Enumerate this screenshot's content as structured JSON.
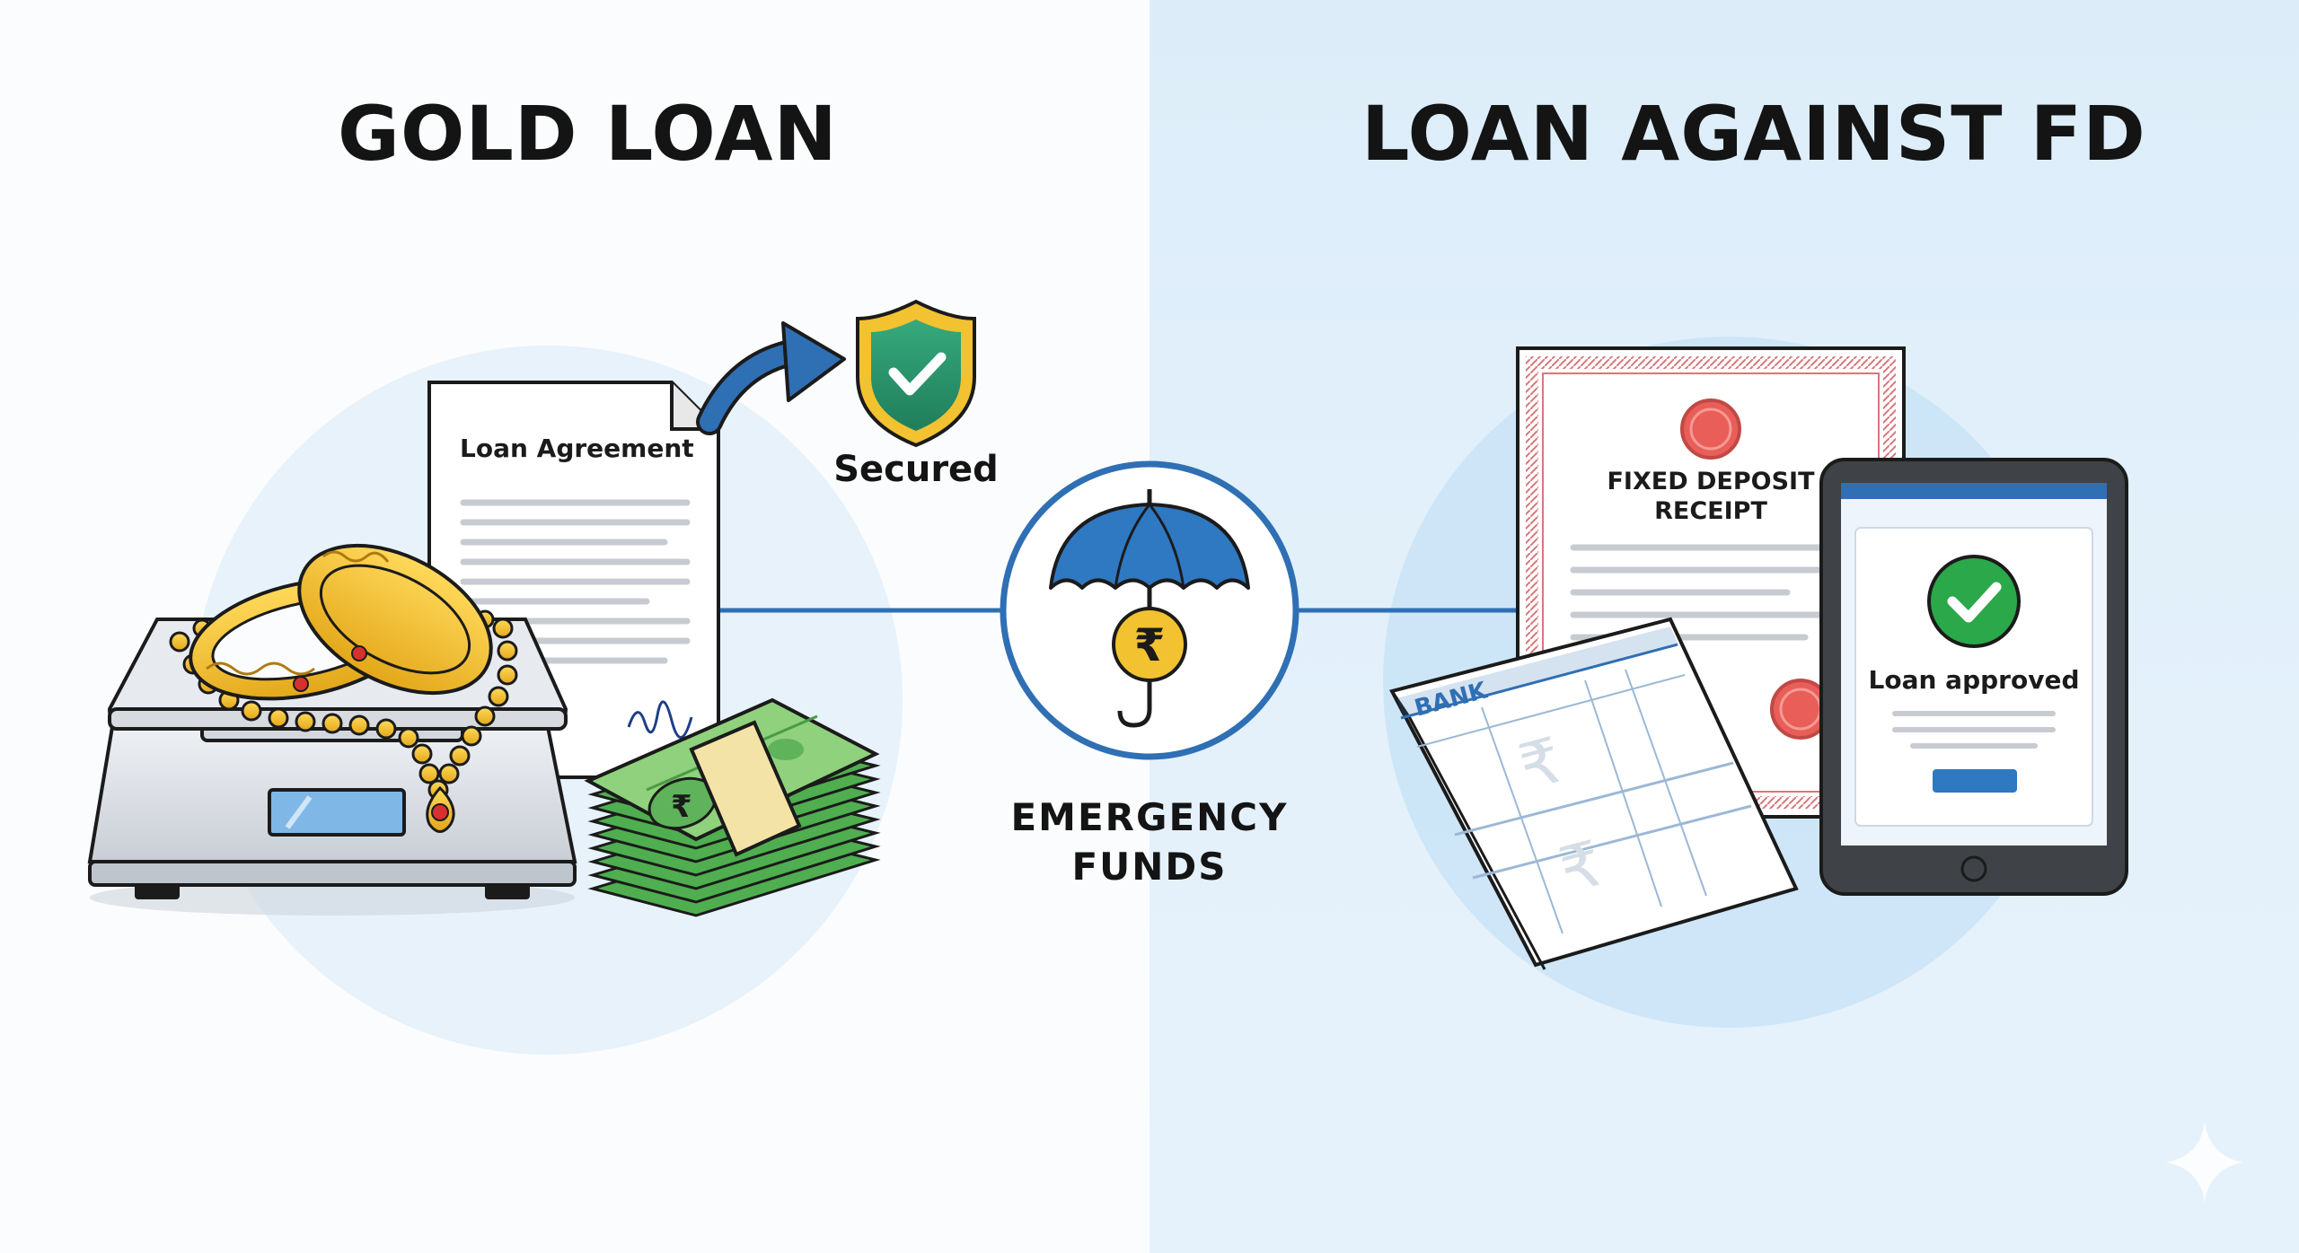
{
  "left_panel": {
    "title": "GOLD LOAN",
    "document_title": "Loan Agreement",
    "badge_label": "Secured",
    "currency_symbol": "₹"
  },
  "right_panel": {
    "title": "LOAN AGAINST FD",
    "receipt_title_line1": "FIXED DEPOSIT",
    "receipt_title_line2": "RECEIPT",
    "passbook_label": "BANK",
    "tablet_status": "Loan approved",
    "currency_symbol": "₹"
  },
  "center": {
    "label_line1": "EMERGENCY",
    "label_line2": "FUNDS",
    "currency_symbol": "₹"
  },
  "colors": {
    "left_background": "#fbfcfd",
    "right_background": "#dcedf9",
    "accent_blue": "#2f6fb4",
    "gold": "#f2c230",
    "money_green": "#5bb85b",
    "shield_green": "#2e9b6e",
    "approve_green": "#2aa84a",
    "seal_red": "#e0574f"
  },
  "icons": [
    "gold-bangles-icon",
    "gold-necklace-icon",
    "weighing-scale-icon",
    "document-icon",
    "arrow-icon",
    "shield-check-icon",
    "cash-stack-icon",
    "umbrella-icon",
    "rupee-coin-icon",
    "fd-receipt-icon",
    "passbook-icon",
    "tablet-icon",
    "check-circle-icon",
    "sparkle-icon"
  ]
}
